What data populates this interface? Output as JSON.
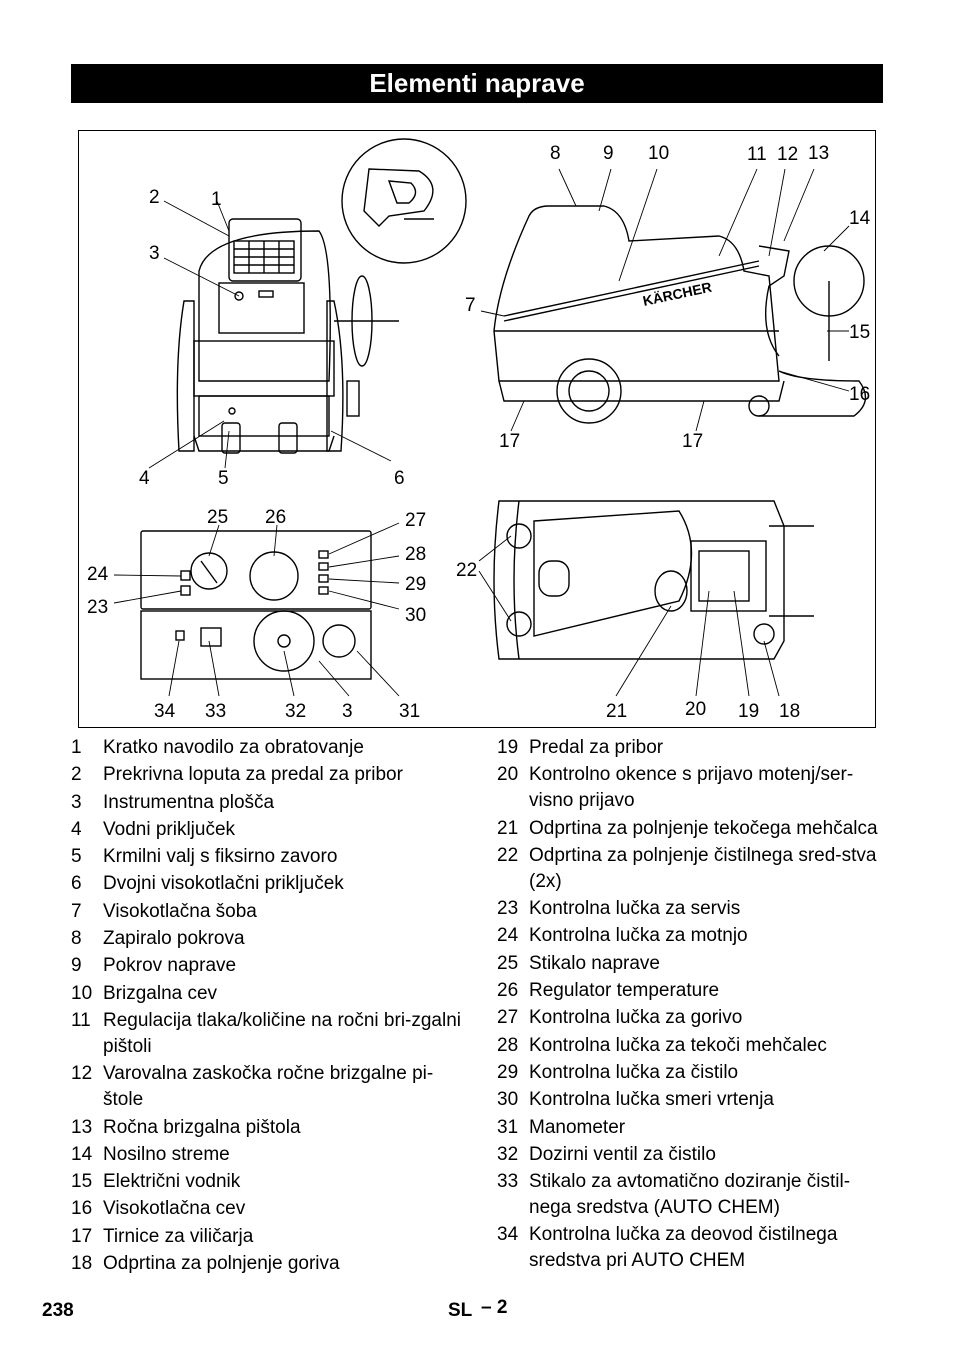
{
  "header": {
    "title": "Elementi naprave"
  },
  "figure": {
    "callouts": [
      "1",
      "2",
      "3",
      "4",
      "5",
      "6",
      "7",
      "8",
      "9",
      "10",
      "11",
      "12",
      "13",
      "14",
      "15",
      "16",
      "17",
      "17",
      "18",
      "19",
      "20",
      "21",
      "22",
      "23",
      "24",
      "25",
      "26",
      "27",
      "28",
      "29",
      "30",
      "31",
      "32",
      "3",
      "33",
      "34"
    ],
    "brand_text": "KÄRCHER"
  },
  "items_left": [
    {
      "num": "1",
      "text": "Kratko navodilo za obratovanje"
    },
    {
      "num": "2",
      "text": "Prekrivna loputa za predal za pribor"
    },
    {
      "num": "3",
      "text": "Instrumentna plošča"
    },
    {
      "num": "4",
      "text": "Vodni priključek"
    },
    {
      "num": "5",
      "text": "Krmilni valj s fiksirno zavoro"
    },
    {
      "num": "6",
      "text": "Dvojni visokotlačni priključek"
    },
    {
      "num": "7",
      "text": "Visokotlačna šoba"
    },
    {
      "num": "8",
      "text": "Zapiralo pokrova"
    },
    {
      "num": "9",
      "text": "Pokrov naprave"
    },
    {
      "num": "10",
      "text": "Brizgalna cev"
    },
    {
      "num": "11",
      "text": "Regulacija tlaka/količine na ročni bri-zgalni pištoli"
    },
    {
      "num": "12",
      "text": "Varovalna zaskočka ročne brizgalne pi-štole"
    },
    {
      "num": "13",
      "text": "Ročna brizgalna pištola"
    },
    {
      "num": "14",
      "text": "Nosilno streme"
    },
    {
      "num": "15",
      "text": "Električni vodnik"
    },
    {
      "num": "16",
      "text": "Visokotlačna cev"
    },
    {
      "num": "17",
      "text": "Tirnice za viličarja"
    },
    {
      "num": "18",
      "text": "Odprtina za polnjenje goriva"
    }
  ],
  "items_right": [
    {
      "num": "19",
      "text": "Predal za pribor"
    },
    {
      "num": "20",
      "text": "Kontrolno okence s prijavo motenj/ser-visno prijavo"
    },
    {
      "num": "21",
      "text": "Odprtina za polnjenje tekočega mehčalca"
    },
    {
      "num": "22",
      "text": "Odprtina za polnjenje čistilnega sred-stva (2x)"
    },
    {
      "num": "23",
      "text": "Kontrolna lučka za servis"
    },
    {
      "num": "24",
      "text": "Kontrolna lučka za motnjo"
    },
    {
      "num": "25",
      "text": "Stikalo naprave"
    },
    {
      "num": "26",
      "text": "Regulator temperature"
    },
    {
      "num": "27",
      "text": "Kontrolna lučka za gorivo"
    },
    {
      "num": "28",
      "text": "Kontrolna lučka za tekoči mehčalec"
    },
    {
      "num": "29",
      "text": "Kontrolna lučka za čistilo"
    },
    {
      "num": "30",
      "text": "Kontrolna lučka smeri vrtenja"
    },
    {
      "num": "31",
      "text": "Manometer"
    },
    {
      "num": "32",
      "text": "Dozirni ventil za čistilo"
    },
    {
      "num": "33",
      "text": "Stikalo za avtomatično doziranje čistil-nega sredstva (AUTO CHEM)"
    },
    {
      "num": "34",
      "text": "Kontrolna lučka za deovod čistilnega sredstva pri AUTO CHEM"
    }
  ],
  "footer": {
    "page_number": "238",
    "lang": "SL",
    "sub_page": "– 2"
  }
}
